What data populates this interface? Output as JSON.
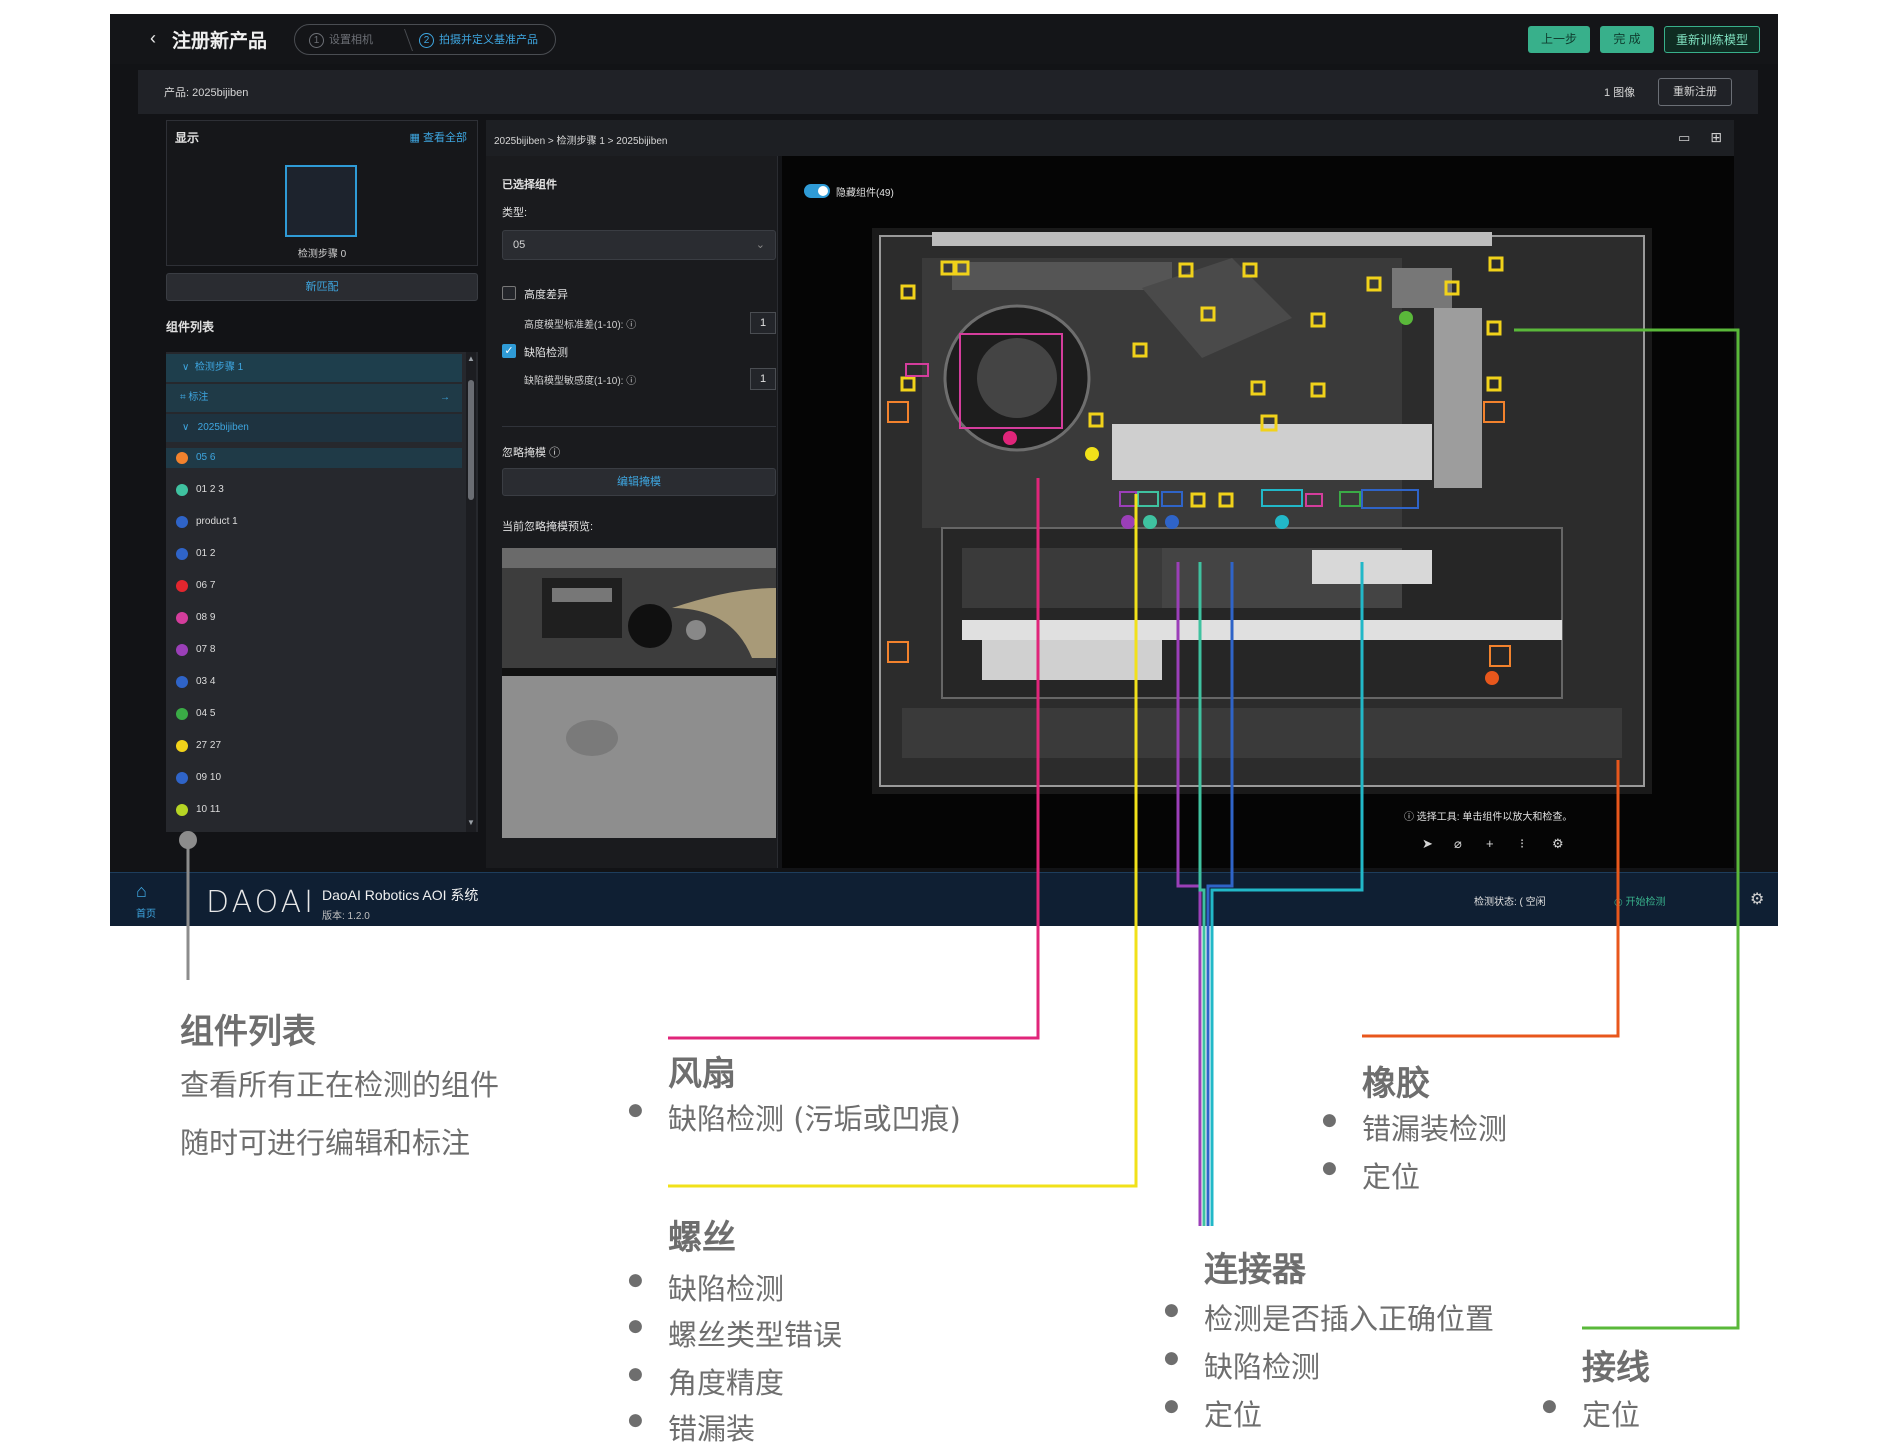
{
  "app": {
    "title": "注册新产品",
    "steps": [
      {
        "num": "1",
        "label": "设置相机"
      },
      {
        "num": "2",
        "label": "拍摄并定义基准产品"
      }
    ],
    "buttons": {
      "prev": "上一步",
      "done": "完 成",
      "retrain": "重新训练模型"
    },
    "product_label": "产品: 2025bijiben",
    "image_count": "1 图像",
    "re_register": "重新注册"
  },
  "left_panel": {
    "display_title": "显示",
    "view_all": "查看全部",
    "thumb_label": "检测步骤 0",
    "new_match": "新匹配",
    "component_list_title": "组件列表",
    "tree": {
      "step": "检测步骤 1",
      "annotate": "标注",
      "product": "2025bijiben"
    },
    "components": [
      {
        "label": "05 6",
        "color": "#f2822d"
      },
      {
        "label": "01 2 3",
        "color": "#3fc2a0"
      },
      {
        "label": "product 1",
        "color": "#2f64c8"
      },
      {
        "label": "01 2",
        "color": "#2f64c8"
      },
      {
        "label": "06 7",
        "color": "#e3262e"
      },
      {
        "label": "08 9",
        "color": "#d43d9c"
      },
      {
        "label": "07 8",
        "color": "#9b3fb8"
      },
      {
        "label": "03 4",
        "color": "#2f64c8"
      },
      {
        "label": "04 5",
        "color": "#3aab46"
      },
      {
        "label": "27 27",
        "color": "#f1d21a"
      },
      {
        "label": "09 10",
        "color": "#2f64c8"
      },
      {
        "label": "10 11",
        "color": "#b6d524"
      }
    ]
  },
  "breadcrumb": "2025bijiben > 检测步骤 1 > 2025bijiben",
  "mid_panel": {
    "selected_component": "已选择组件",
    "type_label": "类型:",
    "type_value": "05",
    "check1": "高度差异",
    "check1_sub": "高度模型标准差(1-10):",
    "check1_value": "1",
    "check2": "缺陷检测",
    "check2_sub": "缺陷模型敏感度(1-10):",
    "check2_value": "1",
    "ignore_mask": "忽略掩模",
    "edit_mask": "编辑掩模",
    "mask_preview": "当前忽略掩模预览:"
  },
  "viewer": {
    "hide_components": "隐藏组件(49)",
    "hint": "选择工具: 单击组件以放大和检查。"
  },
  "footer": {
    "home": "首页",
    "logo": "DAOAI",
    "system_name": "DaoAI Robotics AOI 系统",
    "version": "版本: 1.2.0",
    "det_status": "检测状态: ( 空闲",
    "start_detection": "开始检测"
  },
  "callouts": {
    "component_list": {
      "title": "组件列表",
      "lines": [
        "查看所有正在检测的组件",
        "随时可进行编辑和标注"
      ],
      "color": "#8c8c8c"
    },
    "fan": {
      "title": "风扇",
      "bullets": [
        "缺陷检测 (污垢或凹痕)"
      ],
      "color": "#e0257a"
    },
    "screw": {
      "title": "螺丝",
      "bullets": [
        "缺陷检测",
        "螺丝类型错误",
        "角度精度",
        "错漏装"
      ],
      "color": "#f1e11a"
    },
    "rubber": {
      "title": "橡胶",
      "bullets": [
        "错漏装检测",
        "定位"
      ],
      "color": "#e8571c"
    },
    "connector": {
      "title": "连接器",
      "bullets": [
        "检测是否插入正确位置",
        "缺陷检测",
        "定位"
      ],
      "color": "#22b8c8"
    },
    "wire": {
      "title": "接线",
      "bullets": [
        "定位"
      ],
      "color": "#5ab83a"
    }
  }
}
